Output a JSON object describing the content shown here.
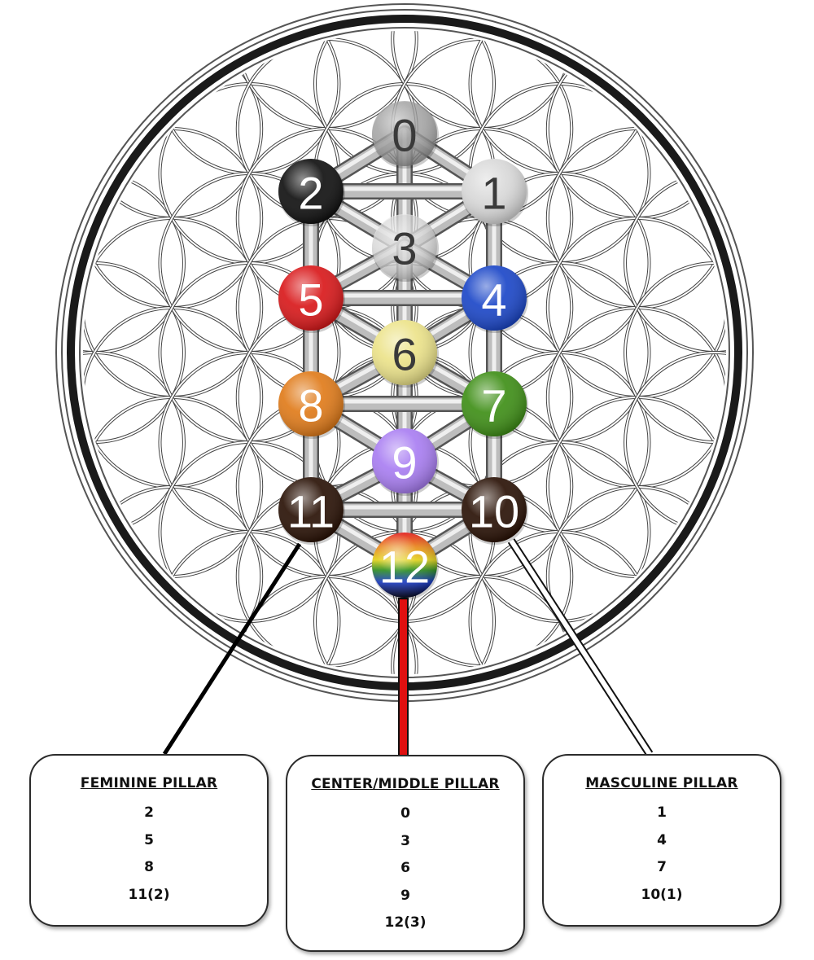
{
  "nodes": [
    {
      "label": "0",
      "color": "#9e9e9e"
    },
    {
      "label": "1",
      "color": "#d9d9d9"
    },
    {
      "label": "2",
      "color": "#111111"
    },
    {
      "label": "3",
      "color": "#e6e6e6"
    },
    {
      "label": "4",
      "color": "#1c47c8"
    },
    {
      "label": "5",
      "color": "#d9191b"
    },
    {
      "label": "6",
      "color": "#ece38a"
    },
    {
      "label": "7",
      "color": "#3f8f17"
    },
    {
      "label": "8",
      "color": "#e07b1a"
    },
    {
      "label": "9",
      "color": "#a97ef2"
    },
    {
      "label": "10",
      "color": "#2a1206"
    },
    {
      "label": "11",
      "color": "#2a1206"
    },
    {
      "label": "12",
      "color": "rainbow"
    }
  ],
  "pillars": {
    "feminine": {
      "title": "FEMININE PILLAR",
      "items": [
        "2",
        "5",
        "8",
        "11(2)"
      ],
      "connector_color": "#000000"
    },
    "center": {
      "title": "CENTER/MIDDLE PILLAR",
      "items": [
        "0",
        "3",
        "6",
        "9",
        "12(3)"
      ],
      "connector_color": "#e01010"
    },
    "masculine": {
      "title": "MASCULINE PILLAR",
      "items": [
        "1",
        "4",
        "7",
        "10(1)"
      ],
      "connector_color": "#ffffff"
    }
  }
}
